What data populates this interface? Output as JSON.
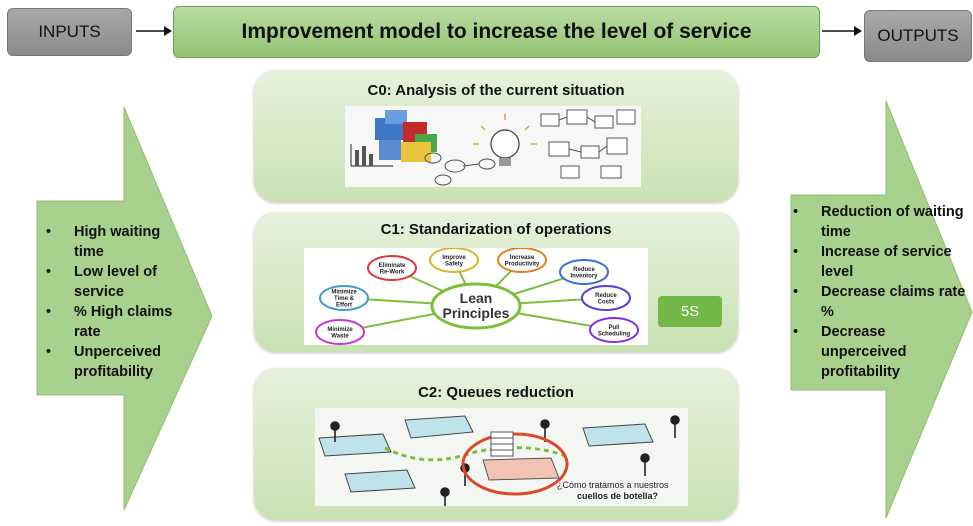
{
  "header": {
    "inputs_label": "INPUTS",
    "title": "Improvement model to increase the level of service",
    "outputs_label": "OUTPUTS"
  },
  "inputs": {
    "items": [
      "High waiting time",
      "Low level of service",
      "% High claims rate",
      "Unperceived profitability"
    ]
  },
  "outputs": {
    "items": [
      "Reduction of waiting time",
      "Increase of  service level",
      "Decrease claims rate %",
      "Decrease unperceived profitability"
    ]
  },
  "stages": [
    {
      "title": "C0: Analysis of the current situation"
    },
    {
      "title": "C1: Standarization of operations",
      "lean_center": [
        "Lean",
        "Principles"
      ],
      "lean_items": [
        [
          "Eliminate",
          "Re-Work"
        ],
        [
          "Improve",
          "Safety"
        ],
        [
          "Increase",
          "Productivity"
        ],
        [
          "Reduce",
          "Inventory"
        ],
        [
          "Reduce",
          "Costs"
        ],
        [
          "Pull",
          "Scheduling"
        ],
        [
          "Minimize",
          "Waste"
        ],
        [
          "Minimize",
          "Time &",
          "Effort"
        ]
      ],
      "badge": "5S"
    },
    {
      "title": "C2: Queues reduction",
      "caption": [
        "¿Cómo tratamos a nuestros",
        "cuellos de botella?"
      ]
    }
  ],
  "colors": {
    "title_green": "#a6d08a",
    "panel_green": "#d6e9c5",
    "arrow_green": "#a9d18e",
    "badge_green": "#72b846",
    "gray": "#9a9a9a"
  }
}
